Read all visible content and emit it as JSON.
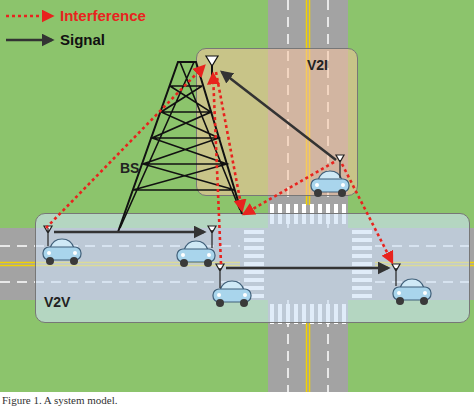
{
  "diagram": {
    "caption": "Figure 1. A system model.",
    "nodes": [
      {
        "text": [
          "V2I"
        ]
      },
      {
        "text": [
          "V2V"
        ]
      }
    ],
    "labels": [
      "BS"
    ],
    "legend": [
      {
        "text": "Interference"
      },
      {
        "text": "Signal"
      }
    ]
  }
}
